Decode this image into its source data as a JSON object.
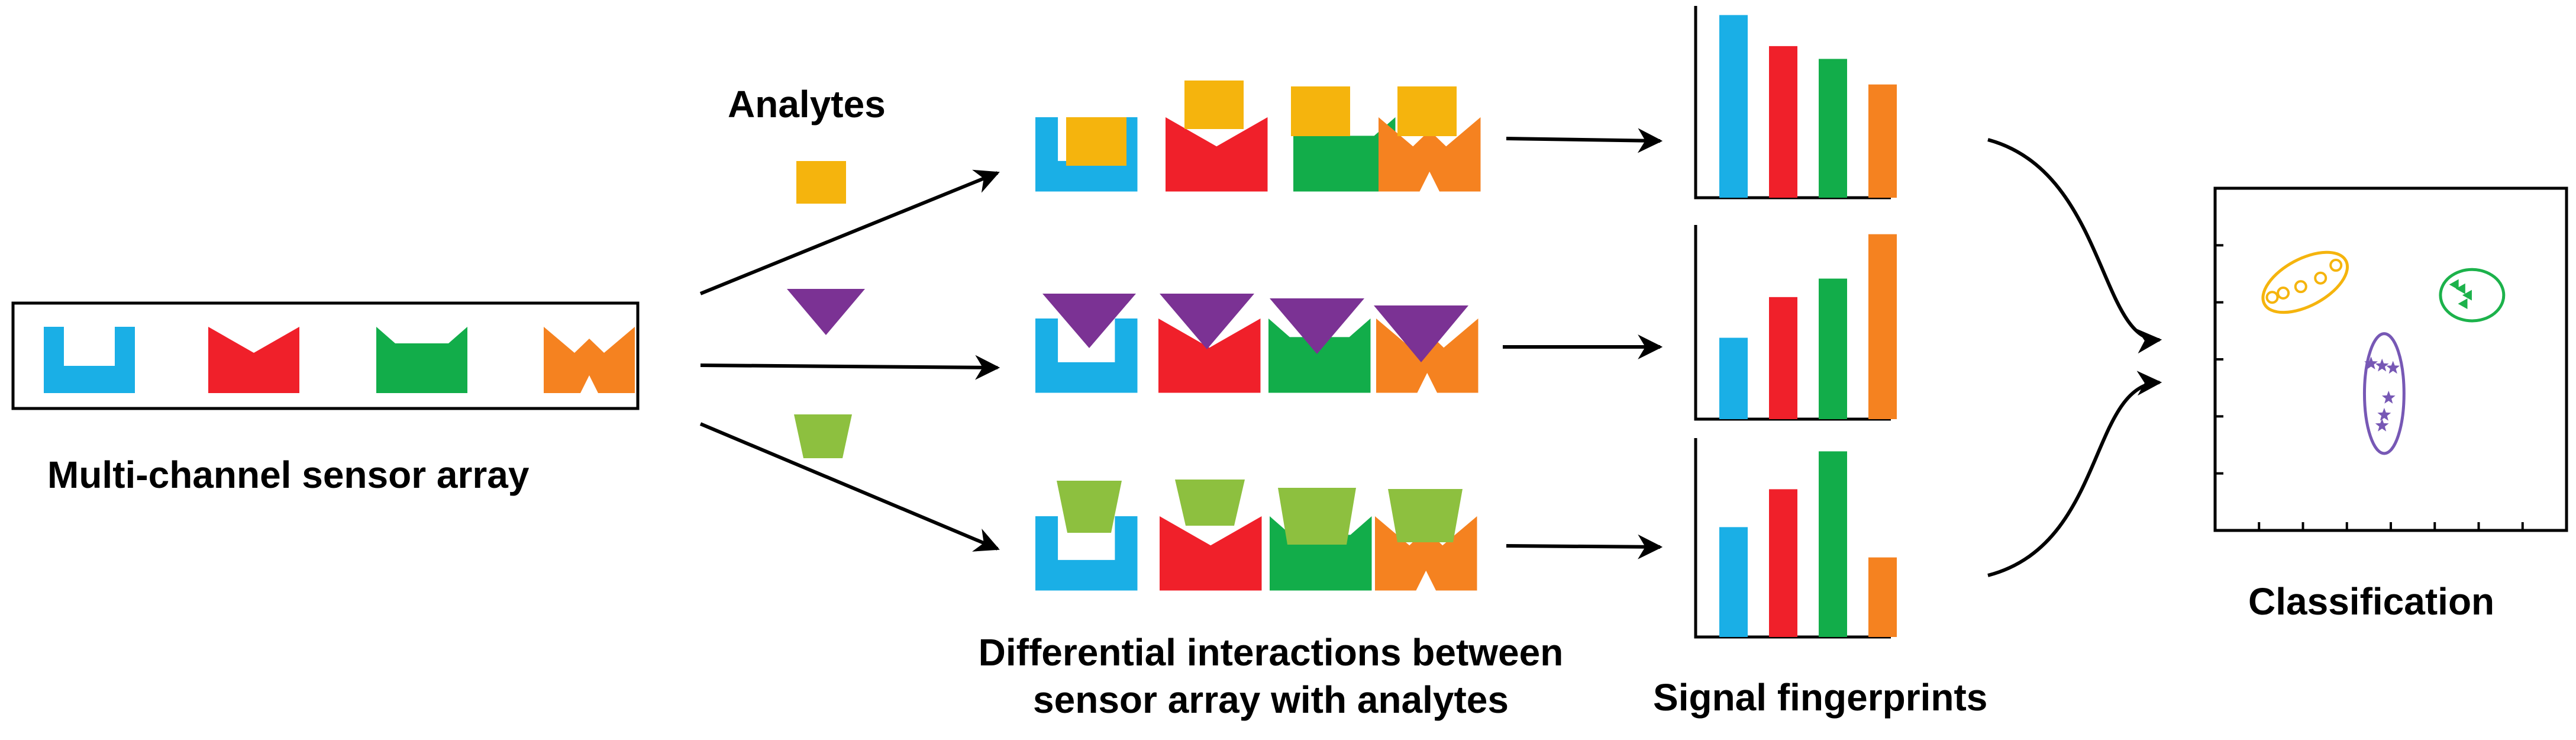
{
  "labels": {
    "sensor_array": "Multi-channel sensor array",
    "analytes": "Analytes",
    "interactions_line1": "Differential interactions between",
    "interactions_line2": "sensor array with analytes",
    "fingerprints": "Signal fingerprints",
    "classification": "Classification"
  },
  "colors": {
    "sensor_1": "#1AAFE6",
    "sensor_2": "#F0202A",
    "sensor_3": "#12AD4A",
    "sensor_4": "#F58220",
    "analyte_square": "#F5B40D",
    "analyte_triangle": "#7B3294",
    "analyte_trapezoid": "#8DC03F",
    "arrow": "#000000",
    "cluster_1": "#F5B40D",
    "cluster_2": "#1CB24B",
    "cluster_3": "#7758B5"
  },
  "sensors": [
    "u-shape",
    "m-shape",
    "w-shape",
    "star-notch-shape"
  ],
  "analytes": [
    "square",
    "triangle",
    "trapezoid"
  ],
  "chart_data": [
    {
      "type": "bar",
      "categories": [
        "",
        "",
        "",
        ""
      ],
      "values": [
        1.0,
        0.83,
        0.76,
        0.62
      ],
      "colors": [
        "#1AAFE6",
        "#F0202A",
        "#12AD4A",
        "#F58220"
      ],
      "ylim": [
        0,
        1.05
      ],
      "grid": false
    },
    {
      "type": "bar",
      "categories": [
        "",
        "",
        "",
        ""
      ],
      "values": [
        0.44,
        0.66,
        0.76,
        1.0
      ],
      "colors": [
        "#1AAFE6",
        "#F0202A",
        "#12AD4A",
        "#F58220"
      ],
      "ylim": [
        0,
        1.05
      ],
      "grid": false
    },
    {
      "type": "bar",
      "categories": [
        "",
        "",
        "",
        ""
      ],
      "values": [
        0.58,
        0.78,
        0.98,
        0.42
      ],
      "colors": [
        "#1AAFE6",
        "#F0202A",
        "#12AD4A",
        "#F58220"
      ],
      "ylim": [
        0,
        1.05
      ],
      "grid": false
    },
    {
      "type": "scatter",
      "xlim": [
        0,
        8
      ],
      "ylim": [
        0,
        8
      ],
      "grid": false,
      "series": [
        {
          "marker": "circle",
          "color": "#F5B40D",
          "x": [
            1.3,
            1.55,
            1.95,
            2.4,
            2.75
          ],
          "y": [
            5.45,
            5.55,
            5.7,
            5.9,
            6.2
          ]
        },
        {
          "marker": "triangle",
          "color": "#1CB24B",
          "x": [
            5.45,
            5.6,
            5.75,
            5.65
          ],
          "y": [
            5.75,
            5.65,
            5.5,
            5.3
          ]
        },
        {
          "marker": "star",
          "color": "#7758B5",
          "x": [
            3.55,
            3.8,
            4.05,
            3.95,
            3.85,
            3.8
          ],
          "y": [
            3.9,
            3.85,
            3.8,
            3.1,
            2.7,
            2.45
          ]
        }
      ],
      "ellipses": [
        {
          "color": "#F5B40D",
          "cx": 2.05,
          "cy": 5.8,
          "rx": 1.05,
          "ry": 0.55,
          "angle": -28
        },
        {
          "color": "#1CB24B",
          "cx": 5.85,
          "cy": 5.5,
          "rx": 0.72,
          "ry": 0.6,
          "angle": 0
        },
        {
          "color": "#7758B5",
          "cx": 3.85,
          "cy": 3.2,
          "rx": 0.45,
          "ry": 1.4,
          "angle": 0
        }
      ]
    }
  ]
}
